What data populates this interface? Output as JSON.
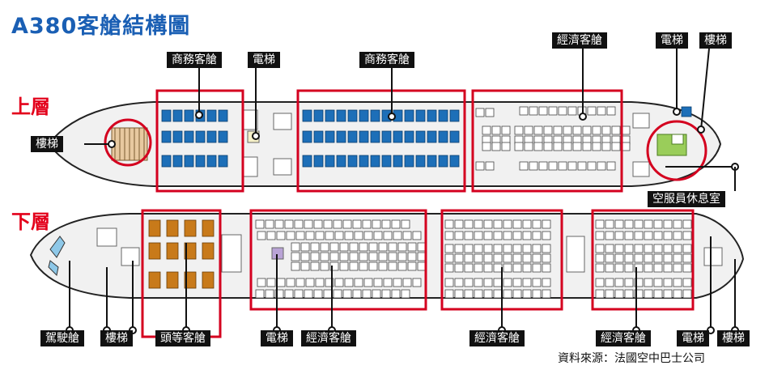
{
  "title": "A380客艙結構圖",
  "decks": {
    "upper": "上層",
    "lower": "下層"
  },
  "labels": {
    "upper_business_left": "商務客艙",
    "upper_elevator": "電梯",
    "upper_business_mid": "商務客艙",
    "upper_economy": "經濟客艙",
    "upper_elevator_right": "電梯",
    "upper_stairs_right": "樓梯",
    "upper_stairs_left": "樓梯",
    "crew_rest": "空服員休息室",
    "cockpit": "駕駛艙",
    "lower_stairs_left": "樓梯",
    "first_class": "頭等客艙",
    "lower_elevator_left": "電梯",
    "lower_economy_1": "經濟客艙",
    "lower_economy_2": "經濟客艙",
    "lower_economy_3": "經濟客艙",
    "lower_elevator_right": "電梯",
    "lower_stairs_right": "樓梯"
  },
  "source": "資料來源：法國空中巴士公司",
  "colors": {
    "title": "#1a5fb4",
    "deck": "#e3001b",
    "highlight": "#d4001f",
    "business_seat": "#1d6fb8",
    "first_seat": "#c87a1a",
    "crew_area": "#9acd5a"
  }
}
